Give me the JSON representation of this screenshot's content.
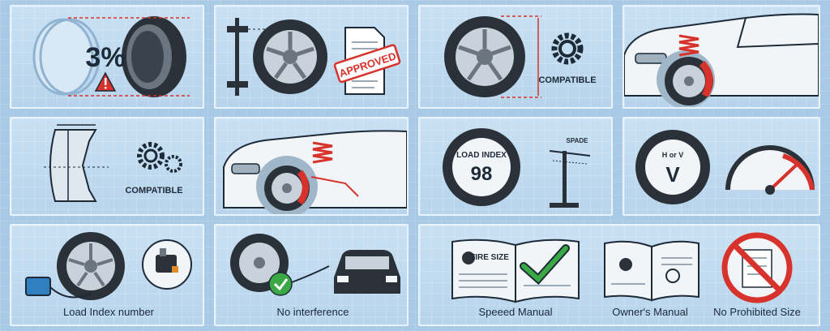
{
  "panels": {
    "p1": {
      "percent": "3%"
    },
    "p2": {
      "stamp": "APPROVED"
    },
    "p3": {
      "label": "COMPATIBLE"
    },
    "p5": {
      "label": "COMPATIBLE"
    },
    "p7": {
      "line1": "LOAD INDEX",
      "code": "98",
      "gauge_label": "SPADE"
    },
    "p8": {
      "code_top": "H or V",
      "code": "V"
    },
    "p9": {
      "caption": "Load Index number"
    },
    "p10": {
      "caption": "No interference"
    },
    "p11": {
      "badge": "TIRE SIZE",
      "caption": "Speeed Manual"
    },
    "p11b": {
      "caption": "Owner's Manual"
    },
    "p11c": {
      "caption": "No Prohibited Size"
    }
  },
  "colors": {
    "ink": "#1d2a38",
    "red": "#d7322c",
    "green": "#3aa845",
    "tire": "#2a3138"
  }
}
